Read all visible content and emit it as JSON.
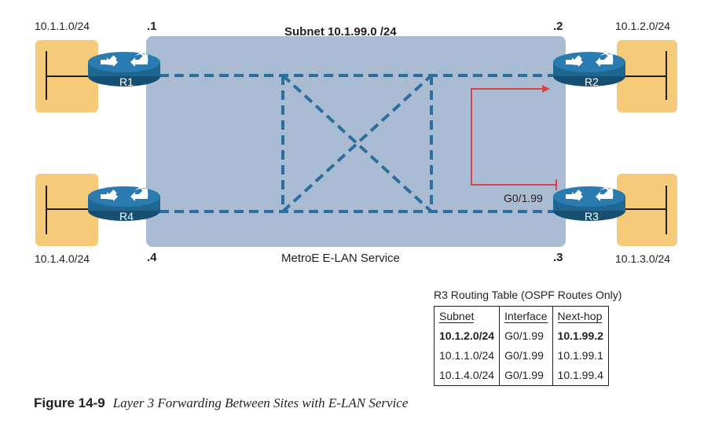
{
  "diagram": {
    "subnet_title": "Subnet  10.1.99.0 /24",
    "service_label": "MetroE E-LAN Service",
    "interface_label": "G0/1.99",
    "routers": [
      {
        "name": "R1",
        "host_octet": ".1",
        "lan": "10.1.1.0/24"
      },
      {
        "name": "R2",
        "host_octet": ".2",
        "lan": "10.1.2.0/24"
      },
      {
        "name": "R3",
        "host_octet": ".3",
        "lan": "10.1.3.0/24"
      },
      {
        "name": "R4",
        "host_octet": ".4",
        "lan": "10.1.4.0/24"
      }
    ],
    "colors": {
      "cloud": "#a9bcd3",
      "lan": "#f5cb7a",
      "router": "#1f6691",
      "link": "#2e6e9e",
      "arrow": "#d9434a"
    }
  },
  "routing_table": {
    "title": "R3 Routing Table (OSPF Routes Only)",
    "headers": [
      "Subnet",
      "Interface",
      "Next-hop"
    ],
    "rows": [
      {
        "subnet": "10.1.2.0/24",
        "interface": "G0/1.99",
        "next_hop": "10.1.99.2",
        "bold": true
      },
      {
        "subnet": "10.1.1.0/24",
        "interface": "G0/1.99",
        "next_hop": "10.1.99.1",
        "bold": false
      },
      {
        "subnet": "10.1.4.0/24",
        "interface": "G0/1.99",
        "next_hop": "10.1.99.4",
        "bold": false
      }
    ]
  },
  "caption": {
    "figure": "Figure 14-9",
    "title": "Layer 3 Forwarding Between Sites with E-LAN Service"
  }
}
